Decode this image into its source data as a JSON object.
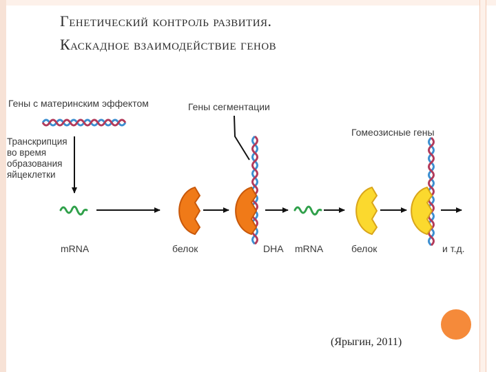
{
  "slide": {
    "title_line1": "Генетический контроль развития.",
    "title_line2": "Каскадное взаимодействие генов",
    "citation": "(Ярыгин, 2011)"
  },
  "diagram": {
    "maternal_genes_label": "Гены с материнским эффектом",
    "transcription_label_lines": [
      "Транскрипция",
      "во время",
      "образования",
      "яйцеклетки"
    ],
    "segmentation_genes_label": "Гены сегментации",
    "homeotic_genes_label": "Гомеозисные гены",
    "stage_labels": {
      "mrna_1": "mRNA",
      "protein_1": "белок",
      "dna": "DHA",
      "mrna_2": "mRNA",
      "protein_2": "белок",
      "etc": "и т.д."
    }
  },
  "colors": {
    "accent_circle": "#f58a3a",
    "orange_protein": "#f07a18",
    "orange_protein_dark": "#c8580a",
    "yellow_protein": "#fbd92e",
    "yellow_protein_dark": "#d9a51a",
    "mrna_green": "#2fa04a",
    "dna_blue": "#3c8ed0",
    "dna_red": "#b23a5a",
    "frame": "#f7e2d6"
  }
}
